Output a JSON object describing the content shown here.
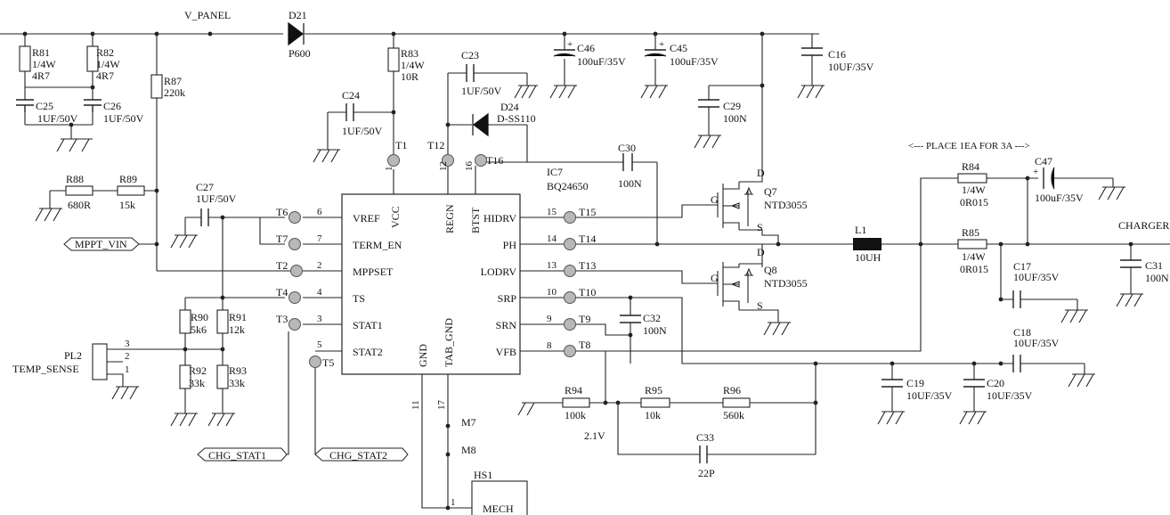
{
  "nets": {
    "v_panel": "V_PANEL",
    "mppt_vin": "MPPT_VIN",
    "charger": "CHARGER",
    "chg_stat1": "CHG_STAT1",
    "chg_stat2": "CHG_STAT2",
    "vfb_voltage": "2.1V"
  },
  "notes": {
    "place": "<--- PLACE 1EA FOR 3A  --->"
  },
  "ic": {
    "ref": "IC7",
    "part": "BQ24650",
    "left_pins": [
      {
        "num": "6",
        "name": "VREF",
        "tp": "T6"
      },
      {
        "num": "7",
        "name": "TERM_EN",
        "tp": "T7"
      },
      {
        "num": "2",
        "name": "MPPSET",
        "tp": "T2"
      },
      {
        "num": "4",
        "name": "TS",
        "tp": "T4"
      },
      {
        "num": "3",
        "name": "STAT1",
        "tp": "T3"
      },
      {
        "num": "5",
        "name": "STAT2",
        "tp": "T5"
      }
    ],
    "right_pins": [
      {
        "num": "15",
        "name": "HIDRV",
        "tp": "T15"
      },
      {
        "num": "14",
        "name": "PH",
        "tp": "T14"
      },
      {
        "num": "13",
        "name": "LODRV",
        "tp": "T13"
      },
      {
        "num": "10",
        "name": "SRP",
        "tp": "T10"
      },
      {
        "num": "9",
        "name": "SRN",
        "tp": "T9"
      },
      {
        "num": "8",
        "name": "VFB",
        "tp": "T8"
      }
    ],
    "top_pins": [
      {
        "num": "1",
        "name": "VCC",
        "tp": "T1"
      },
      {
        "num": "12",
        "name": "REGN",
        "tp": "T12"
      },
      {
        "num": "16",
        "name": "BTST",
        "tp": "T16"
      }
    ],
    "bottom_pins": [
      {
        "num": "11",
        "name": "GND"
      },
      {
        "num": "17",
        "name": "TAB_GND"
      }
    ]
  },
  "components": [
    {
      "ref": "R81",
      "val1": "1/4W",
      "val2": "4R7"
    },
    {
      "ref": "R82",
      "val1": "1/4W",
      "val2": "4R7"
    },
    {
      "ref": "C25",
      "val1": "1UF/50V"
    },
    {
      "ref": "C26",
      "val1": "1UF/50V"
    },
    {
      "ref": "R87",
      "val1": "220k"
    },
    {
      "ref": "D21",
      "val1": "P600"
    },
    {
      "ref": "R83",
      "val1": "1/4W",
      "val2": "10R"
    },
    {
      "ref": "C24",
      "val1": "1UF/50V"
    },
    {
      "ref": "C23",
      "val1": "1UF/50V"
    },
    {
      "ref": "D24",
      "val1": "D-SS110"
    },
    {
      "ref": "C46",
      "val1": "100uF/35V"
    },
    {
      "ref": "C45",
      "val1": "100uF/35V"
    },
    {
      "ref": "C16",
      "val1": "10UF/35V"
    },
    {
      "ref": "C29",
      "val1": "100N"
    },
    {
      "ref": "C30",
      "val1": "100N"
    },
    {
      "ref": "Q7",
      "val1": "NTD3055"
    },
    {
      "ref": "Q8",
      "val1": "NTD3055"
    },
    {
      "ref": "L1",
      "val1": "10UH"
    },
    {
      "ref": "R84",
      "val1": "1/4W",
      "val2": "0R015"
    },
    {
      "ref": "R85",
      "val1": "1/4W",
      "val2": "0R015"
    },
    {
      "ref": "C47",
      "val1": "100uF/35V"
    },
    {
      "ref": "C31",
      "val1": "100N"
    },
    {
      "ref": "C17",
      "val1": "10UF/35V"
    },
    {
      "ref": "C18",
      "val1": "10UF/35V"
    },
    {
      "ref": "C19",
      "val1": "10UF/35V"
    },
    {
      "ref": "C20",
      "val1": "10UF/35V"
    },
    {
      "ref": "C32",
      "val1": "100N"
    },
    {
      "ref": "R88",
      "val1": "680R"
    },
    {
      "ref": "R89",
      "val1": "15k"
    },
    {
      "ref": "C27",
      "val1": "1UF/50V"
    },
    {
      "ref": "R90",
      "val1": "5k6"
    },
    {
      "ref": "R91",
      "val1": "12k"
    },
    {
      "ref": "R92",
      "val1": "33k"
    },
    {
      "ref": "R93",
      "val1": "33k"
    },
    {
      "ref": "R94",
      "val1": "100k"
    },
    {
      "ref": "R95",
      "val1": "10k"
    },
    {
      "ref": "R96",
      "val1": "560k"
    },
    {
      "ref": "C33",
      "val1": "22P"
    },
    {
      "ref": "PL2",
      "val1": "TEMP_SENSE"
    },
    {
      "ref": "HS1",
      "val1": "MECH"
    }
  ],
  "connector_pins": [
    "3",
    "2",
    "1"
  ],
  "hs_pin": "1",
  "mounts": [
    "M7",
    "M8"
  ],
  "fet_pins": {
    "d": "D",
    "g": "G",
    "s": "S"
  }
}
